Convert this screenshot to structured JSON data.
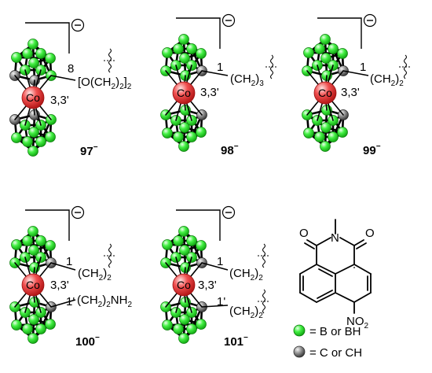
{
  "compounds": [
    {
      "id": "c97",
      "number": "97",
      "charge": "−",
      "positions": "3,3'",
      "metal": "Co",
      "link_pos": "8",
      "substituent": {
        "pre": "[O(CH",
        "sub1": "2",
        "mid": ")",
        "sub2": "2",
        "post": "]",
        "sub3": "2"
      }
    },
    {
      "id": "c98",
      "number": "98",
      "charge": "−",
      "positions": "3,3'",
      "metal": "Co",
      "link_pos": "1",
      "substituent": {
        "pre": "(CH",
        "sub1": "2",
        "post": ")",
        "sub2": "3"
      }
    },
    {
      "id": "c99",
      "number": "99",
      "charge": "−",
      "positions": "3,3'",
      "metal": "Co",
      "link_pos": "1",
      "substituent": {
        "pre": "(CH",
        "sub1": "2",
        "post": ")",
        "sub2": "2"
      }
    },
    {
      "id": "c100",
      "number": "100",
      "charge": "−",
      "positions": "3,3'",
      "metal": "Co",
      "link_pos": "1",
      "link_pos2": "1'",
      "substituent": {
        "pre": "(CH",
        "sub1": "2",
        "post": ")",
        "sub2": "2"
      },
      "substituent2": {
        "pre": "(CH",
        "sub1": "2",
        "mid": ")",
        "sub2": "2",
        "post": "NH",
        "sub3": "2"
      }
    },
    {
      "id": "c101",
      "number": "101",
      "charge": "−",
      "positions": "3,3'",
      "metal": "Co",
      "link_pos": "1",
      "link_pos2": "1'",
      "substituent": {
        "pre": "(CH",
        "sub1": "2",
        "post": ")",
        "sub2": "2"
      },
      "substituent2": {
        "pre": "(CH",
        "sub1": "2",
        "post": ")",
        "sub2": "2"
      }
    }
  ],
  "charge_symbol": "⊖",
  "naphthalimide": {
    "nitro_label": "NO",
    "nitro_sub": "2"
  },
  "legend": {
    "boron": "= B or BH",
    "carbon": "= C or CH"
  },
  "colors": {
    "boron": "#33ee33",
    "carbon": "#8a8a8a",
    "cobalt": "#ee3a3a"
  }
}
